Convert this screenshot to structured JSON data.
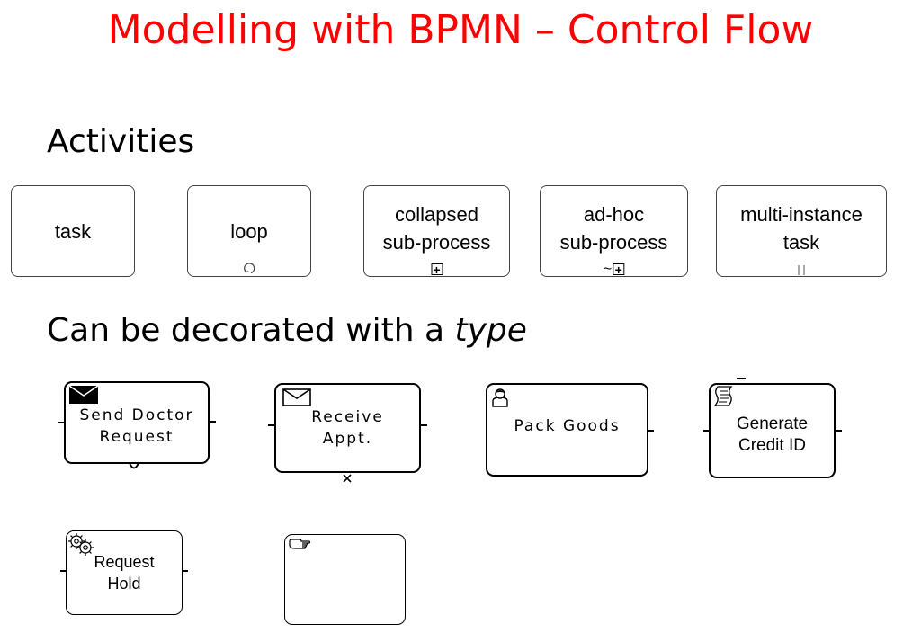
{
  "slide": {
    "title": "Modelling with BPMN – Control Flow",
    "section_activities": "Activities",
    "section_types_prefix": "Can be decorated with a ",
    "section_types_emph": "type"
  },
  "activities": [
    {
      "label": "task",
      "marker": "none"
    },
    {
      "label": "loop",
      "marker": "loop-icon"
    },
    {
      "label": "collapsed\nsub-process",
      "marker": "plus-icon"
    },
    {
      "label": "ad-hoc\nsub-process",
      "marker": "tilde-plus-icon"
    },
    {
      "label": "multi-instance\ntask",
      "marker": "parallel-bars-icon"
    }
  ],
  "typed_tasks": [
    {
      "label": "Send Doctor\nRequest",
      "icon": "send-envelope-icon"
    },
    {
      "label": "Receive\nAppt.",
      "icon": "receive-envelope-icon"
    },
    {
      "label": "Pack Goods",
      "icon": "user-icon"
    },
    {
      "label": "Generate\nCredit ID",
      "icon": "script-icon"
    },
    {
      "label": "Request\nHold",
      "icon": "gear-icon"
    },
    {
      "label": "",
      "icon": "manual-hand-icon"
    }
  ]
}
